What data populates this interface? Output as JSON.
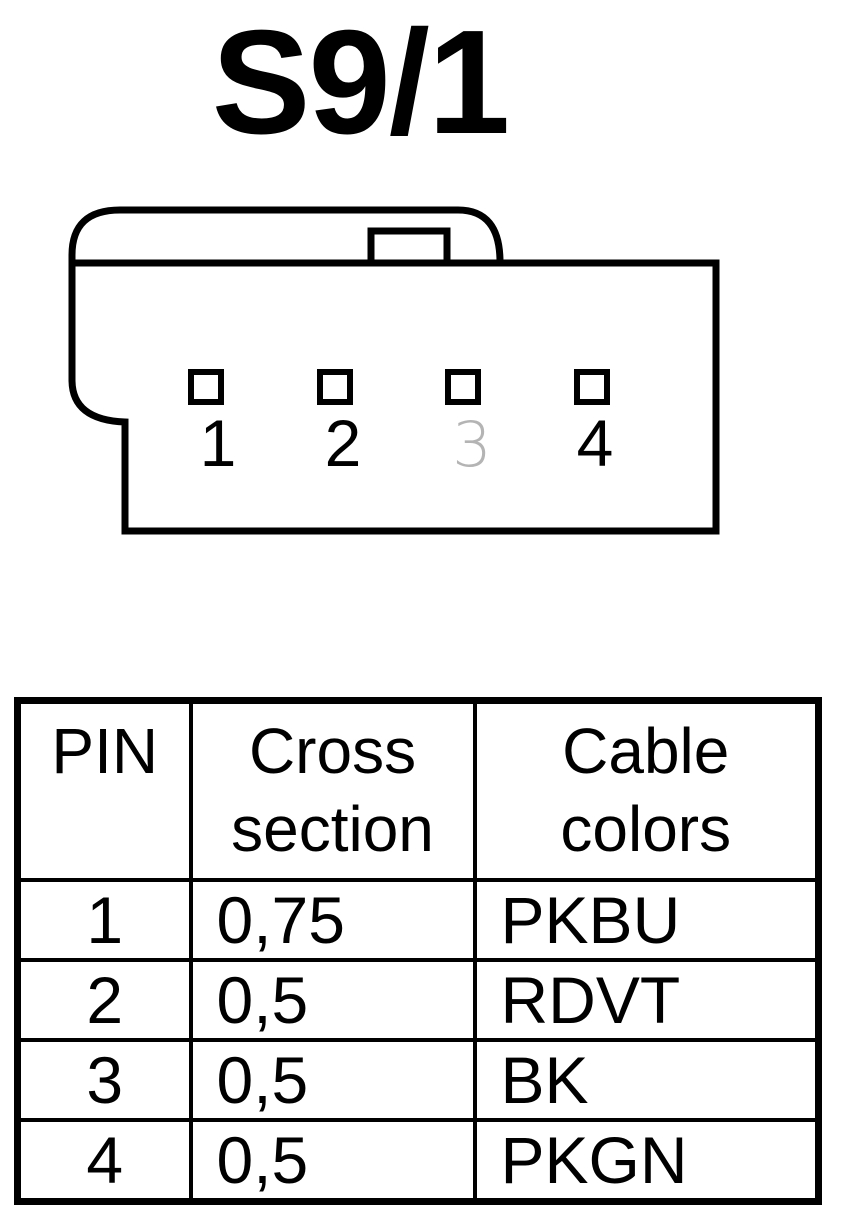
{
  "title": "S9/1",
  "connector": {
    "pins": [
      {
        "label": "1",
        "faint": false
      },
      {
        "label": "2",
        "faint": false
      },
      {
        "label": "3",
        "faint": true
      },
      {
        "label": "4",
        "faint": false
      }
    ]
  },
  "table": {
    "headers": {
      "pin": "PIN",
      "cross_line1": "Cross",
      "cross_line2": "section",
      "color_line1": "Cable",
      "color_line2": "colors"
    },
    "rows": [
      {
        "pin": "1",
        "cross_section": "0,75",
        "cable_color": "PKBU"
      },
      {
        "pin": "2",
        "cross_section": "0,5",
        "cable_color": "RDVT"
      },
      {
        "pin": "3",
        "cross_section": "0,5",
        "cable_color": "BK"
      },
      {
        "pin": "4",
        "cross_section": "0,5",
        "cable_color": "PKGN"
      }
    ]
  },
  "colors": {
    "line": "#000000",
    "faint_label": "#b4b4b4"
  }
}
